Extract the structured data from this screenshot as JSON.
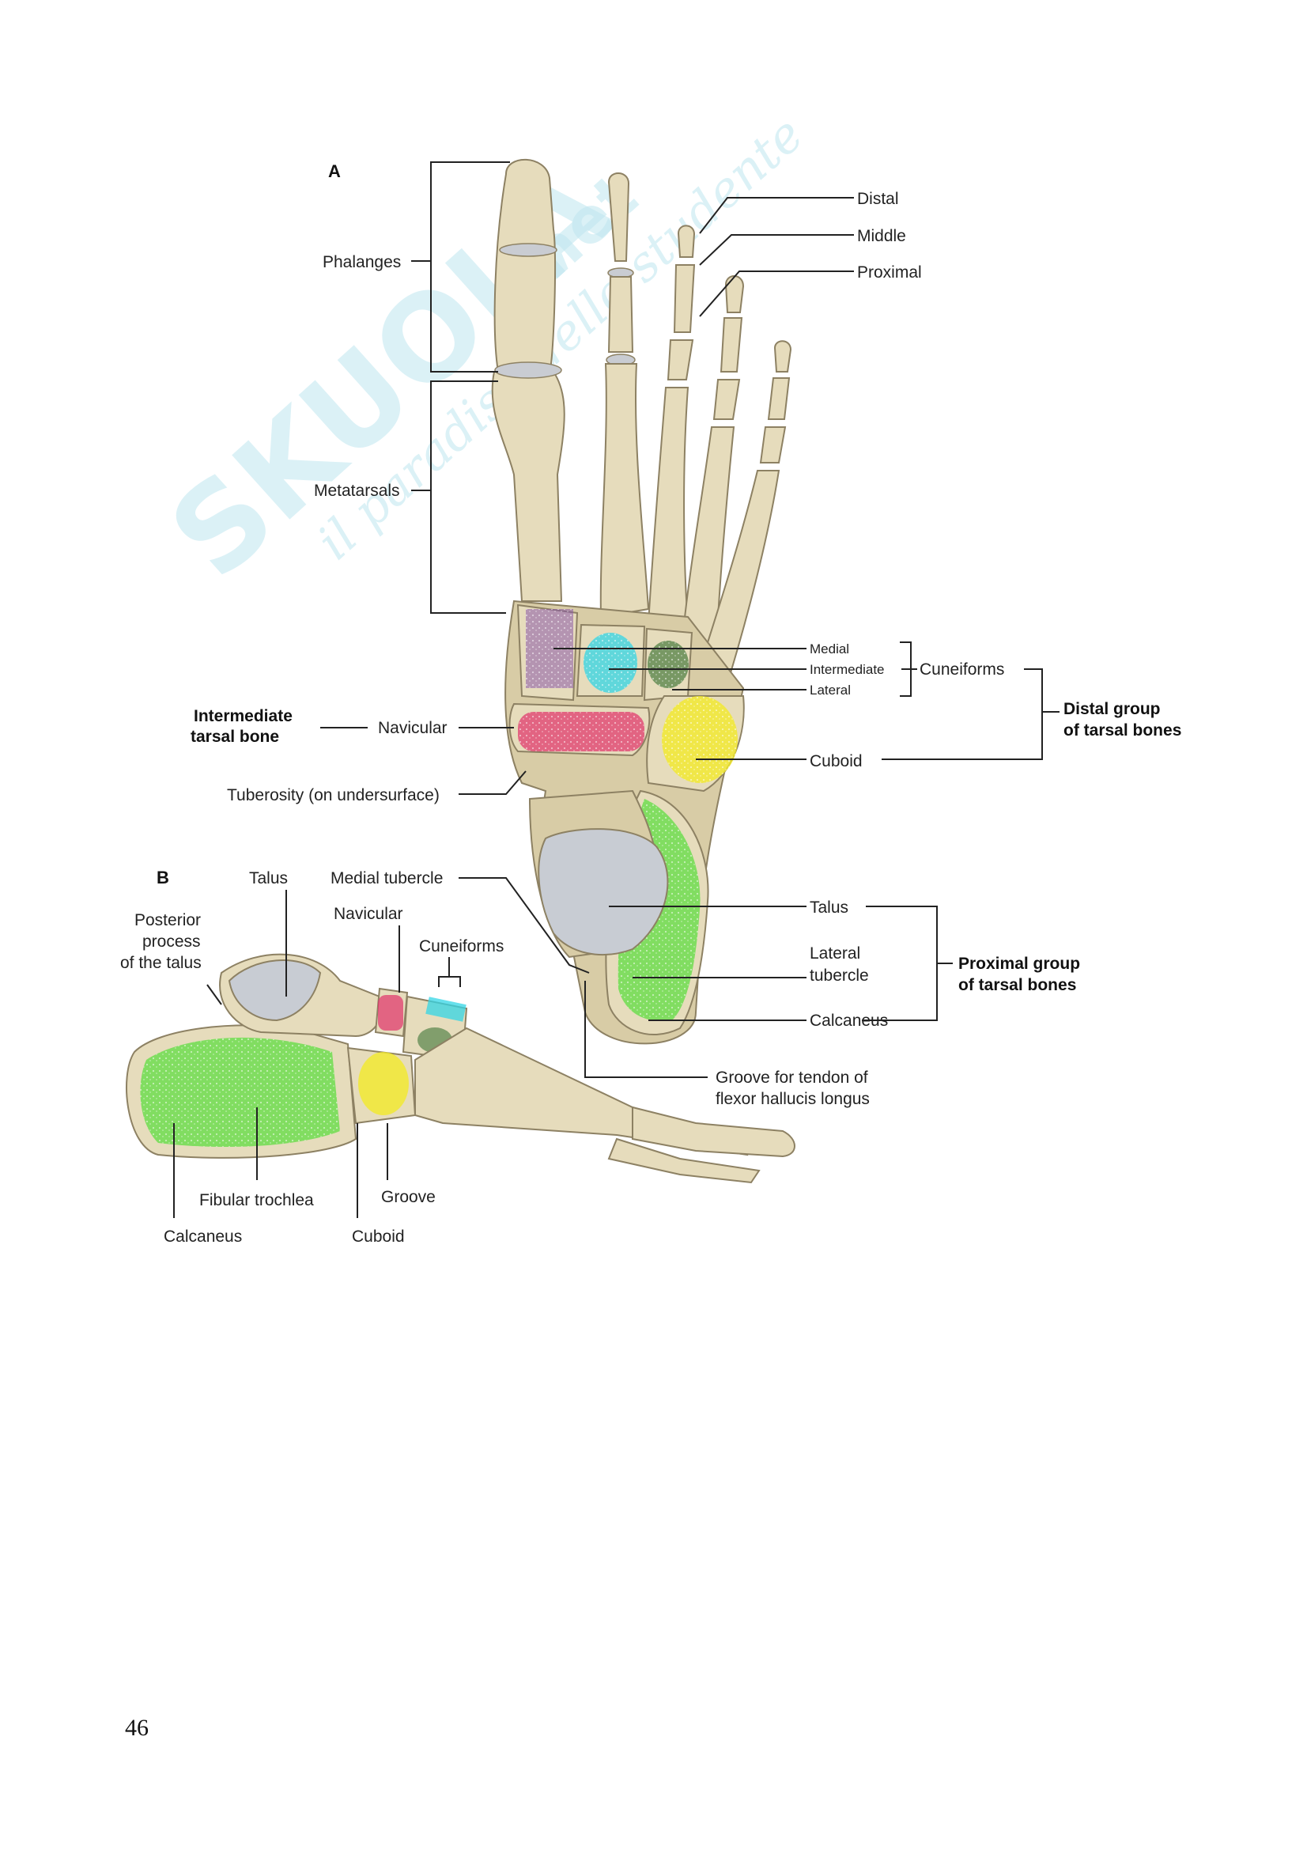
{
  "watermark": {
    "brand": "SKUOLA",
    "domain": ".net",
    "tagline": "il paradiso dello studente"
  },
  "panels": {
    "a": "A",
    "b": "B"
  },
  "labels_a": {
    "phalanges": "Phalanges",
    "metatarsals": "Metatarsals",
    "distal": "Distal",
    "middle": "Middle",
    "proximal": "Proximal",
    "medial": "Medial",
    "intermediate": "Intermediate",
    "lateral": "Lateral",
    "cuneiforms": "Cuneiforms",
    "distal_group": [
      "Distal group",
      "of tarsal bones"
    ],
    "intermediate_tarsal": [
      "Intermediate",
      "tarsal bone"
    ],
    "navicular": "Navicular",
    "cuboid": "Cuboid",
    "tuberosity": "Tuberosity (on undersurface)",
    "medial_tubercle": "Medial tubercle",
    "talus": "Talus",
    "lateral_tubercle": [
      "Lateral",
      "tubercle"
    ],
    "proximal_group": [
      "Proximal group",
      "of tarsal bones"
    ],
    "calcaneus": "Calcaneus",
    "groove_tendon": [
      "Groove for tendon of",
      "flexor hallucis longus"
    ]
  },
  "labels_b": {
    "talus": "Talus",
    "posterior_process": [
      "Posterior",
      "process",
      "of the talus"
    ],
    "navicular": "Navicular",
    "cuneiforms": "Cuneiforms",
    "fibular_trochlea": "Fibular trochlea",
    "groove": "Groove",
    "calcaneus": "Calcaneus",
    "cuboid": "Cuboid"
  },
  "bone_colors": {
    "medial_cuneiform": "#8a5aa8",
    "intermediate_cuneiform": "#33d6e6",
    "lateral_cuneiform": "#2e6b2a",
    "navicular": "#e0306a",
    "cuboid": "#f2ea2a",
    "talus_calcaneus": "#55dd3a",
    "bone": "#e6dcbc"
  },
  "page_number": "46"
}
